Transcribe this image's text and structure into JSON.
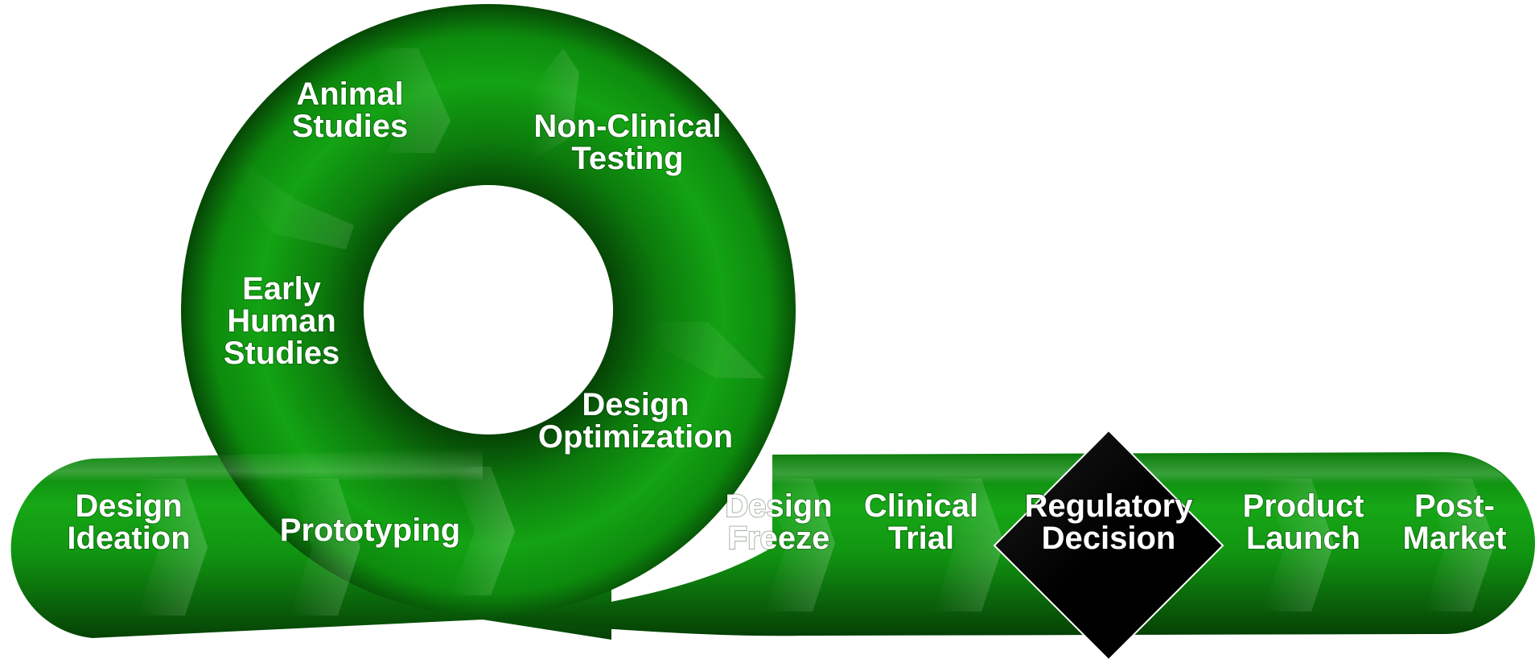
{
  "stages": [
    {
      "id": "design-ideation",
      "lines": [
        "Design",
        "Ideation"
      ]
    },
    {
      "id": "prototyping",
      "lines": [
        "Prototyping"
      ]
    },
    {
      "id": "early-human-studies",
      "lines": [
        "Early",
        "Human",
        "Studies"
      ]
    },
    {
      "id": "animal-studies",
      "lines": [
        "Animal",
        "Studies"
      ]
    },
    {
      "id": "non-clinical-testing",
      "lines": [
        "Non-Clinical",
        "Testing"
      ]
    },
    {
      "id": "design-optimization",
      "lines": [
        "Design",
        "Optimization"
      ]
    },
    {
      "id": "design-freeze",
      "lines": [
        "Design",
        "Freeze"
      ]
    },
    {
      "id": "clinical-trial",
      "lines": [
        "Clinical",
        "Trial"
      ]
    },
    {
      "id": "regulatory-decision",
      "lines": [
        "Regulatory",
        "Decision"
      ],
      "milestone": true
    },
    {
      "id": "product-launch",
      "lines": [
        "Product",
        "Launch"
      ]
    },
    {
      "id": "post-market",
      "lines": [
        "Post-",
        "Market"
      ]
    }
  ],
  "colors": {
    "tube_dark": "#0b5e0b",
    "tube_mid": "#14a014",
    "tube_light": "#2fc42f",
    "milestone": "#000000",
    "text": "#ffffff"
  }
}
